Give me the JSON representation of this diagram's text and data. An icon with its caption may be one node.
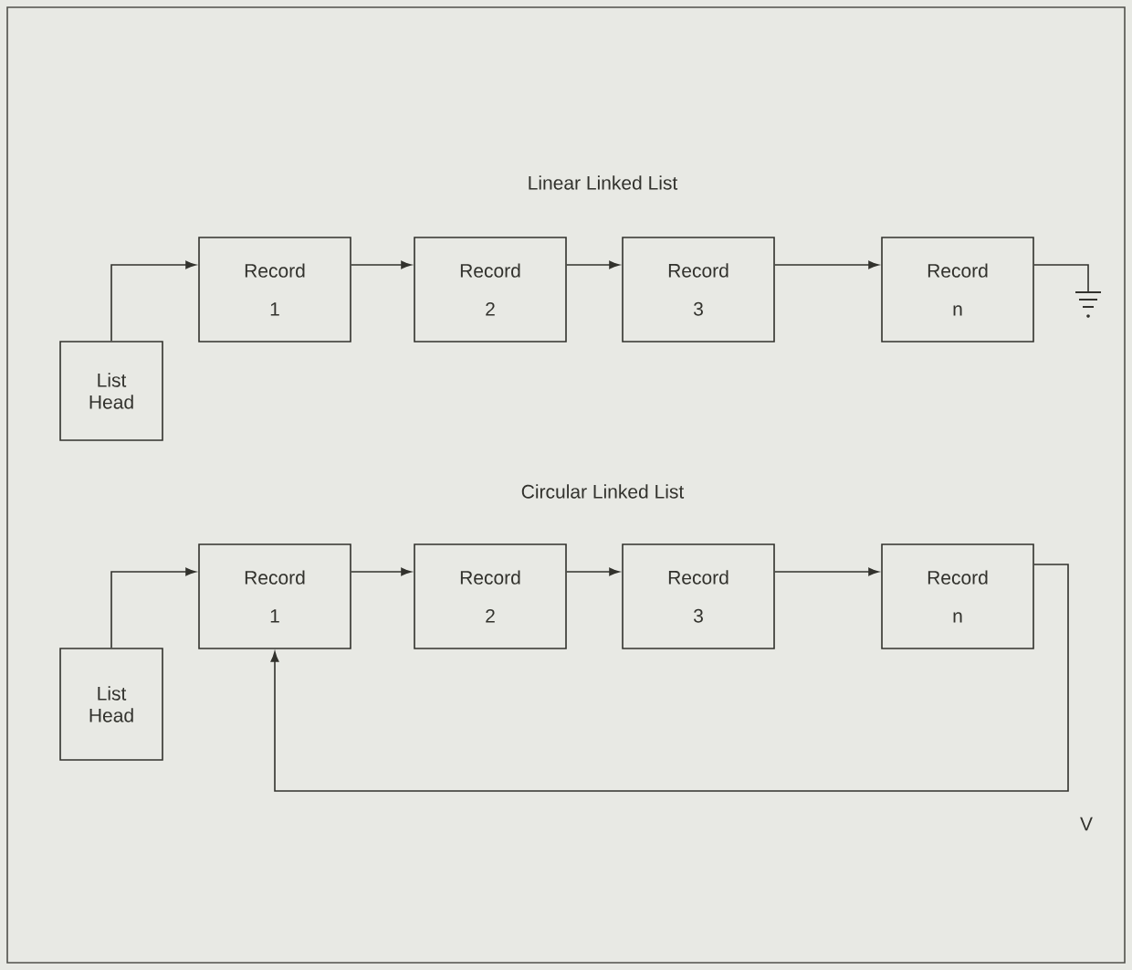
{
  "diagram": {
    "nodes": [
      {
        "text": [
          "List",
          "Head"
        ]
      },
      {
        "text": [
          "Record",
          "1"
        ]
      },
      {
        "text": [
          "Record",
          "2"
        ]
      },
      {
        "text": [
          "Record",
          "3"
        ]
      },
      {
        "text": [
          "Record",
          "n"
        ]
      },
      {
        "text": [],
        "shape": "ground"
      },
      {
        "text": [
          "List",
          "Head"
        ]
      },
      {
        "text": [
          "Record",
          "1"
        ]
      },
      {
        "text": [
          "Record",
          "2"
        ]
      },
      {
        "text": [
          "Record",
          "3"
        ]
      },
      {
        "text": [
          "Record",
          "n"
        ]
      }
    ],
    "edges": [
      {
        "from": 0,
        "to": 1,
        "arrow": "to"
      },
      {
        "from": 1,
        "to": 2,
        "arrow": "to"
      },
      {
        "from": 2,
        "to": 3,
        "arrow": "to"
      },
      {
        "from": 3,
        "to": 4,
        "arrow": "to"
      },
      {
        "from": 4,
        "to": 5,
        "arrow": "none"
      },
      {
        "from": 6,
        "to": 7,
        "arrow": "to"
      },
      {
        "from": 7,
        "to": 8,
        "arrow": "to"
      },
      {
        "from": 8,
        "to": 9,
        "arrow": "to"
      },
      {
        "from": 9,
        "to": 10,
        "arrow": "to"
      },
      {
        "from": 10,
        "to": 7,
        "arrow": "to"
      }
    ],
    "labels": [
      "Linear Linked List",
      "Circular Linked List",
      "V"
    ]
  }
}
